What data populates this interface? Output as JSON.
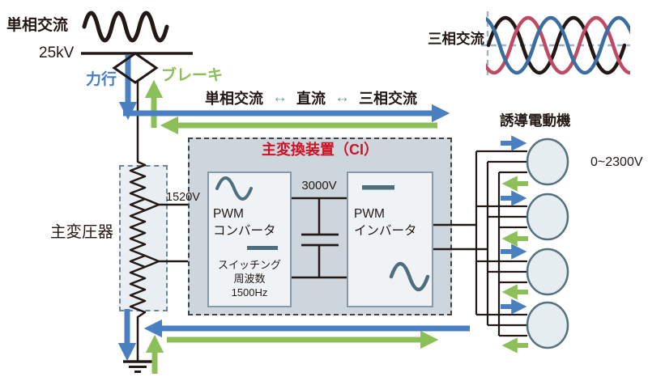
{
  "colors": {
    "blue": "#4a7fc1",
    "green": "#8dbf58",
    "red": "#ce1225",
    "ink": "#231815",
    "slate": "#4e6e7e",
    "wave_red": "#c04a63",
    "wave_blue": "#3a6da0",
    "axis_dash": "#9db5c8",
    "flow_arrow_gray": "#7c93a4",
    "panel": "#cdd6dd",
    "boxfill": "#eff3f5",
    "boxborder": "#8898a6",
    "motor_fill": "#e6edf1",
    "motor_border": "#54717f"
  },
  "overhead": {
    "wave_label": "単相交流",
    "voltage": "25kV"
  },
  "modes": {
    "powering": "力行",
    "braking": "ブレーキ"
  },
  "flow": {
    "left": "単相交流",
    "arrow1": "↔",
    "center": "直流",
    "arrow2": "↔",
    "right": "三相交流"
  },
  "three_phase": {
    "label": "三相交流"
  },
  "transformer": {
    "label": "主変圧器",
    "tap_voltage": "1520V"
  },
  "ci": {
    "title": "主変換装置（CI）",
    "dc_voltage": "3000V",
    "converter": {
      "line1": "PWM",
      "line2": "コンバータ",
      "note1": "スイッチング",
      "note2": "周波数",
      "note3": "1500Hz"
    },
    "inverter": {
      "line1": "PWM",
      "line2": "インバータ"
    }
  },
  "motors": {
    "label": "誘導電動機",
    "voltage": "0~2300V",
    "count": 4
  }
}
